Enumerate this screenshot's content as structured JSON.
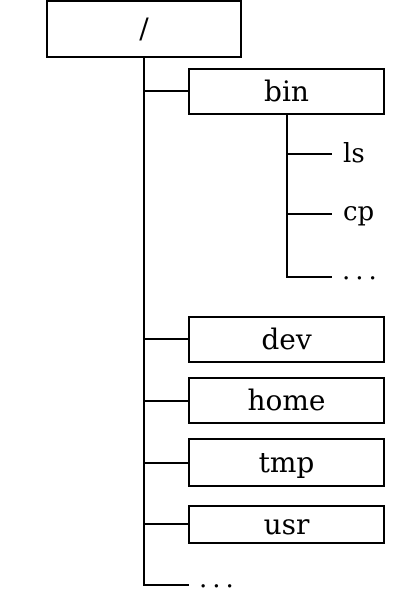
{
  "root": {
    "label": "/"
  },
  "children": [
    {
      "label": "bin",
      "children": [
        "ls",
        "cp",
        "..."
      ]
    },
    {
      "label": "dev"
    },
    {
      "label": "home"
    },
    {
      "label": "tmp"
    },
    {
      "label": "usr"
    }
  ],
  "more_root": "..."
}
